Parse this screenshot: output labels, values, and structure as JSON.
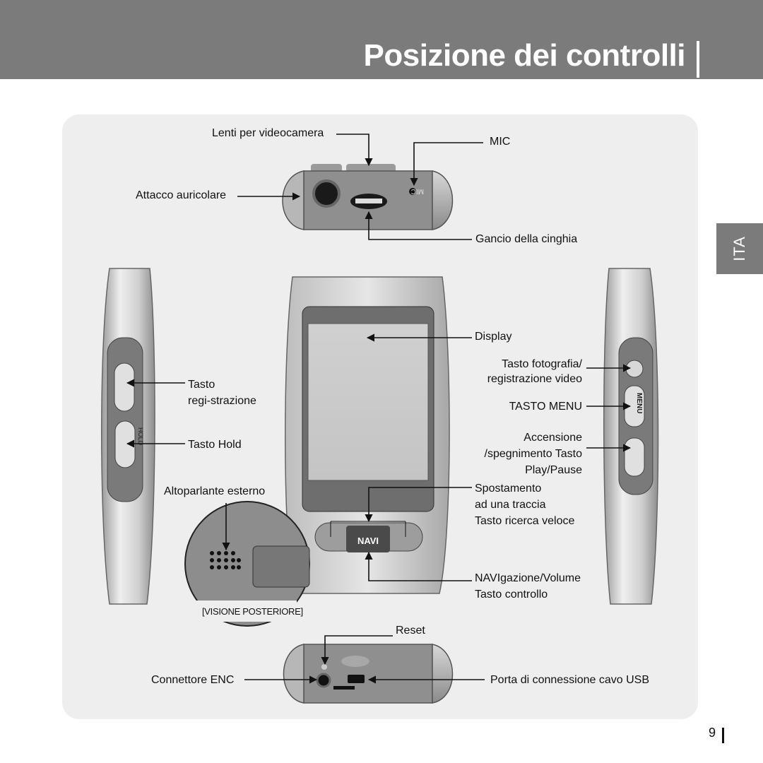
{
  "header": {
    "title": "Posizione dei controlli"
  },
  "language_tab": "ITA",
  "labels": {
    "lenti": "Lenti per videocamera",
    "mic": "MIC",
    "attacco": "Attacco auricolare",
    "gancio": "Gancio della cinghia",
    "display": "Display",
    "tasto_foto_1": "Tasto fotografia/",
    "tasto_foto_2": "registrazione video",
    "tasto_menu": "TASTO MENU",
    "accensione_1": "Accensione",
    "accensione_2": "/spegnimento Tasto",
    "accensione_3": "Play/Pause",
    "spostamento_1": "Spostamento",
    "spostamento_2": "ad una traccia",
    "spostamento_3": "Tasto ricerca veloce",
    "navi_1": "NAVIgazione/Volume",
    "navi_2": "Tasto controllo",
    "tasto_reg_1": "Tasto",
    "tasto_reg_2": "regi-strazione",
    "tasto_hold": "Tasto Hold",
    "altoparlante": "Altoparlante esterno",
    "visione": "[VISIONE POSTERIORE]",
    "reset": "Reset",
    "connettore": "Connettore ENC",
    "porta_usb": "Porta di connessione cavo USB"
  },
  "device": {
    "navi_label": "NAVI",
    "menu_label": "MENU",
    "hold_label": "HOLD",
    "mic_label": "MIC"
  },
  "page_number": "9"
}
